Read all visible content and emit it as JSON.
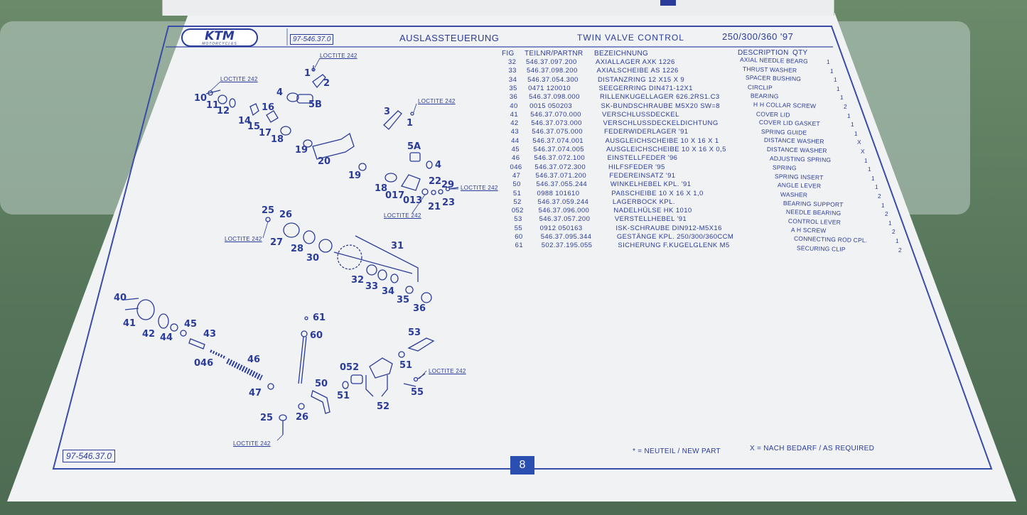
{
  "header": {
    "logo_text": "KTM",
    "logo_sub": "MOTORCYCLES",
    "doc_number": "97-546.37.0",
    "title_de": "AUSLASSTEUERUNG",
    "title_en": "TWIN VALVE CONTROL",
    "model": "250/300/360 '97"
  },
  "table_headers": {
    "fig": "FIG",
    "partnr": "TEILNR/PARTNR",
    "bezeichnung": "BEZEICHNUNG",
    "description": "DESCRIPTION",
    "qty": "QTY"
  },
  "parts": [
    {
      "fig": "32",
      "partnr": "546.37.097.200",
      "de": "AXIALLAGER  AXK 1226",
      "en": "AXIAL NEEDLE BEARG",
      "qty": "1"
    },
    {
      "fig": "33",
      "partnr": "546.37.098.200",
      "de": "AXIALSCHEIBE  AS 1226",
      "en": "THRUST WASHER",
      "qty": "1"
    },
    {
      "fig": "34",
      "partnr": "546.37.054.300",
      "de": "DISTANZRING  12 X15 X 9",
      "en": "SPACER BUSHING",
      "qty": "1"
    },
    {
      "fig": "35",
      "partnr": "0471 120010",
      "de": "SEEGERRING DIN471-12X1",
      "en": "CIRCLIP",
      "qty": "1"
    },
    {
      "fig": "36",
      "partnr": "546.37.098.000",
      "de": "RILLENKUGELLAGER 626.2RS1.C3",
      "en": "BEARING",
      "qty": "1"
    },
    {
      "fig": "40",
      "partnr": "0015 050203",
      "de": "SK-BUNDSCHRAUBE M5X20     SW=8",
      "en": "H H COLLAR SCREW",
      "qty": "2"
    },
    {
      "fig": "41",
      "partnr": "546.37.070.000",
      "de": "VERSCHLUSSDECKEL",
      "en": "COVER LID",
      "qty": "1"
    },
    {
      "fig": "42",
      "partnr": "546.37.073.000",
      "de": "VERSCHLUSSDECKELDICHTUNG",
      "en": "COVER LID GASKET",
      "qty": "1"
    },
    {
      "fig": "43",
      "partnr": "546.37.075.000",
      "de": "FEDERWIDERLAGER             '91",
      "en": "SPRING GUIDE",
      "qty": "1"
    },
    {
      "fig": "44",
      "partnr": "546.37.074.001",
      "de": "AUSGLEICHSCHEIBE 10 X 16 X 1",
      "en": "DISTANCE WASHER",
      "qty": "X"
    },
    {
      "fig": "45",
      "partnr": "546.37.074.005",
      "de": "AUSGLEICHSCHEIBE 10 X 16 X 0,5",
      "en": "DISTANCE WASHER",
      "qty": "X"
    },
    {
      "fig": "46",
      "partnr": "546.37.072.100",
      "de": "EINSTELLFEDER              '96",
      "en": "ADJUSTING SPRING",
      "qty": "1"
    },
    {
      "fig": "046",
      "partnr": "546.37.072.300",
      "de": "HILFSFEDER                 '95",
      "en": "SPRING",
      "qty": "1"
    },
    {
      "fig": "47",
      "partnr": "546.37.071.200",
      "de": "FEDEREINSATZ               '91",
      "en": "SPRING INSERT",
      "qty": "1"
    },
    {
      "fig": "50",
      "partnr": "546.37.055.244",
      "de": "WINKELHEBEL KPL.           '91",
      "en": "ANGLE LEVER",
      "qty": "1"
    },
    {
      "fig": "51",
      "partnr": "0988 101610",
      "de": "PAßSCHEIBE  10 X 16 X 1,0",
      "en": "WASHER",
      "qty": "2"
    },
    {
      "fig": "52",
      "partnr": "546.37.059.244",
      "de": "LAGERBOCK KPL.",
      "en": "BEARING SUPPORT",
      "qty": "1"
    },
    {
      "fig": "052",
      "partnr": "546.37.096.000",
      "de": "NADELHÜLSE HK 1010",
      "en": "NEEDLE BEARING",
      "qty": "2"
    },
    {
      "fig": "53",
      "partnr": "546.37.057.200",
      "de": "VERSTELLHEBEL              '91",
      "en": "CONTROL LEVER",
      "qty": "1"
    },
    {
      "fig": "55",
      "partnr": "0912 050163",
      "de": "ISK-SCHRAUBE DIN912-M5X16",
      "en": "A H SCREW",
      "qty": "2"
    },
    {
      "fig": "60",
      "partnr": "546.37.095.344",
      "de": "GESTÄNGE KPL. 250/300/360CCM",
      "en": "CONNECTING ROD CPL.",
      "qty": "1"
    },
    {
      "fig": "61",
      "partnr": "502.37.195.055",
      "de": "SICHERUNG F.KUGELGLENK M5",
      "en": "SECURING CLIP",
      "qty": "2"
    }
  ],
  "callouts": [
    "1",
    "2",
    "4",
    "5B",
    "10",
    "11",
    "12",
    "14",
    "15",
    "16",
    "17",
    "18",
    "19",
    "20",
    "19",
    "3",
    "1",
    "5A",
    "4",
    "18",
    "017",
    "013",
    "22",
    "29",
    "23",
    "21",
    "25",
    "26",
    "27",
    "28",
    "30",
    "31",
    "32",
    "33",
    "34",
    "35",
    "36",
    "40",
    "41",
    "42",
    "44",
    "45",
    "43",
    "046",
    "46",
    "47",
    "61",
    "60",
    "53",
    "052",
    "51",
    "50",
    "51",
    "52",
    "55",
    "25",
    "26"
  ],
  "loctite_labels": [
    "LOCTITE 242",
    "LOCTITE 242",
    "LOCTITE 242",
    "LOCTITE 242",
    "LOCTITE 242",
    "LOCTITE 242",
    "LOCTITE 242",
    "LOCTITE 242"
  ],
  "footer": {
    "doc_number": "97-546.37.0",
    "new_part": "* = NEUTEIL / NEW PART",
    "as_required": "X = NACH BEDARF / AS REQUIRED",
    "page_number": "8"
  },
  "colors": {
    "print_blue": "#2a3c9a",
    "paper": "#f1f2f3",
    "table_mat": "#5a7a5c"
  }
}
